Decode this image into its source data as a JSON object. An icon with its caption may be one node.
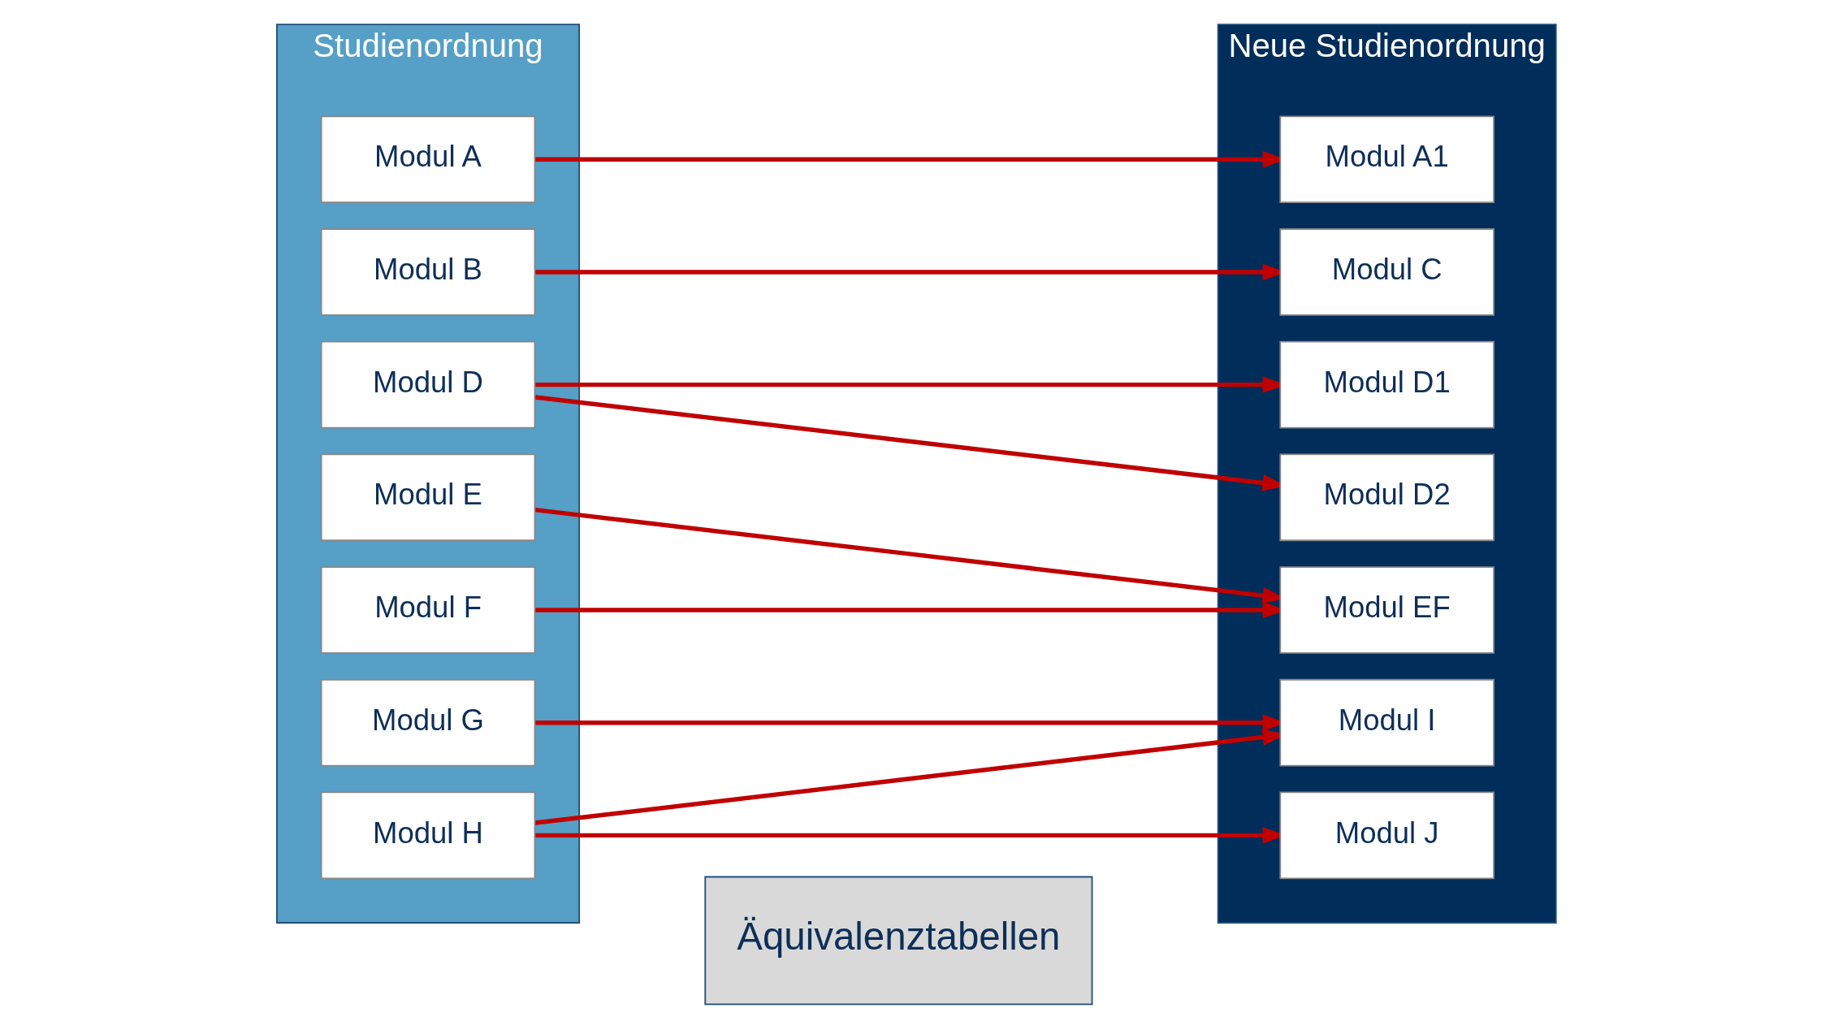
{
  "diagram": {
    "nodes": [
      {
        "text": [
          "Studienordnung"
        ]
      },
      {
        "text": [
          "Modul A"
        ],
        "in": 0
      },
      {
        "text": [
          "Modul B"
        ],
        "in": 0
      },
      {
        "text": [
          "Modul D"
        ],
        "in": 0
      },
      {
        "text": [
          "Modul E"
        ],
        "in": 0
      },
      {
        "text": [
          "Modul F"
        ],
        "in": 0
      },
      {
        "text": [
          "Modul G"
        ],
        "in": 0
      },
      {
        "text": [
          "Modul H"
        ],
        "in": 0
      },
      {
        "text": [
          "Äquivalenztabellen"
        ]
      },
      {
        "text": [
          "Neue Studienordnung"
        ]
      },
      {
        "text": [
          "Modul A1"
        ],
        "in": 9
      },
      {
        "text": [
          "Modul C"
        ],
        "in": 9
      },
      {
        "text": [
          "Modul D1"
        ],
        "in": 9
      },
      {
        "text": [
          "Modul D2"
        ],
        "in": 9
      },
      {
        "text": [
          "Modul EF"
        ],
        "in": 9
      },
      {
        "text": [
          "Modul I"
        ],
        "in": 9
      },
      {
        "text": [
          "Modul J"
        ],
        "in": 9
      }
    ],
    "edges": [
      {
        "from": 1,
        "to": 10,
        "arrow": "to"
      },
      {
        "from": 2,
        "to": 11,
        "arrow": "to"
      },
      {
        "from": 3,
        "to": 12,
        "arrow": "to"
      },
      {
        "from": 3,
        "to": 13,
        "arrow": "to"
      },
      {
        "from": 4,
        "to": 14,
        "arrow": "to"
      },
      {
        "from": 5,
        "to": 14,
        "arrow": "to"
      },
      {
        "from": 6,
        "to": 15,
        "arrow": "to"
      },
      {
        "from": 7,
        "to": 15,
        "arrow": "to"
      },
      {
        "from": 7,
        "to": 16,
        "arrow": "to"
      }
    ]
  }
}
